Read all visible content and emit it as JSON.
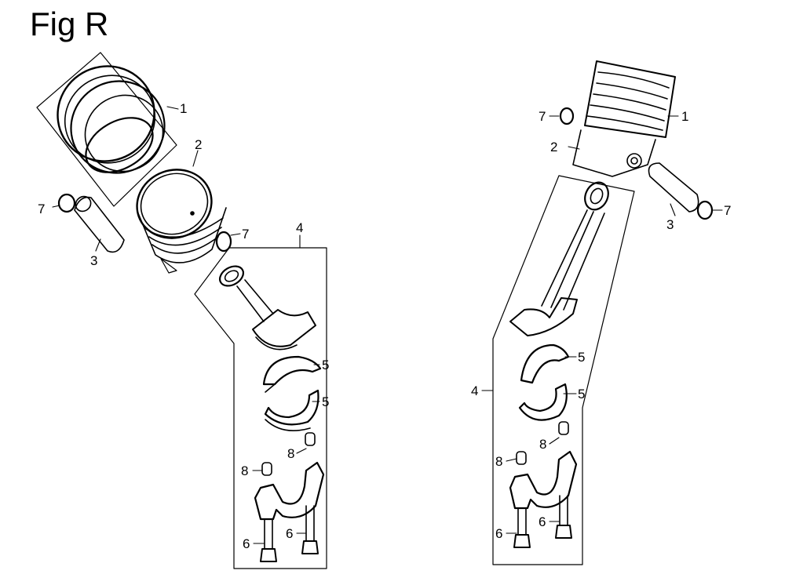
{
  "figure": {
    "title": "Fig R"
  },
  "callouts": {
    "left": {
      "ring_set": "1",
      "piston": "2",
      "pin": "3",
      "clip_left": "7",
      "clip_right": "7",
      "rod_assy": "4",
      "bearing_upper": "5",
      "bearing_lower": "5",
      "dowel_upper": "8",
      "dowel_lower": "8",
      "bolt_left": "6",
      "bolt_right": "6"
    },
    "right": {
      "clip_left": "7",
      "ring_set": "1",
      "piston": "2",
      "pin": "3",
      "clip_right": "7",
      "rod_assy": "4",
      "bearing_upper": "5",
      "bearing_lower": "5",
      "dowel_upper": "8",
      "dowel_lower": "8",
      "bolt_left": "6",
      "bolt_right": "6"
    }
  }
}
